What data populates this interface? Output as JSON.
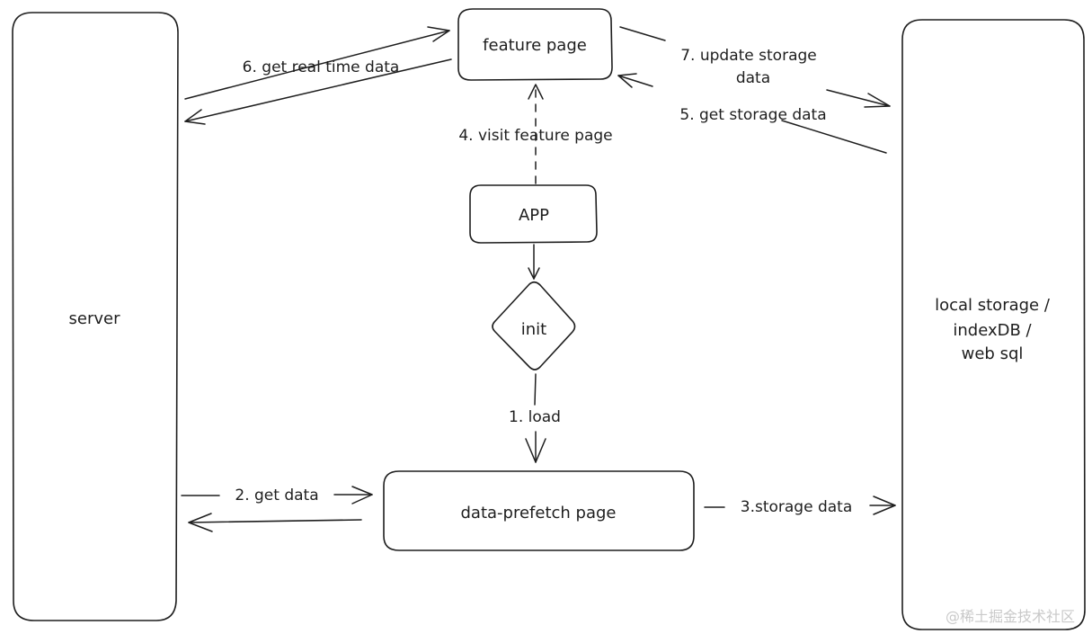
{
  "nodes": {
    "server": "server",
    "feature_page": "feature page",
    "app": "APP",
    "init": "init",
    "data_prefetch_page": "data-prefetch page",
    "storage_line1": "local storage /",
    "storage_line2": "indexDB /",
    "storage_line3": "web sql"
  },
  "edges": {
    "load": "1. load",
    "get_data": "2. get data",
    "storage_data": "3.storage data",
    "visit_feature_page": "4. visit feature page",
    "get_storage_data": "5. get storage data",
    "get_real_time_data": "6. get real time data",
    "update_storage_line1": "7. update storage",
    "update_storage_line2": "data"
  },
  "watermark": "@稀土掘金技术社区"
}
